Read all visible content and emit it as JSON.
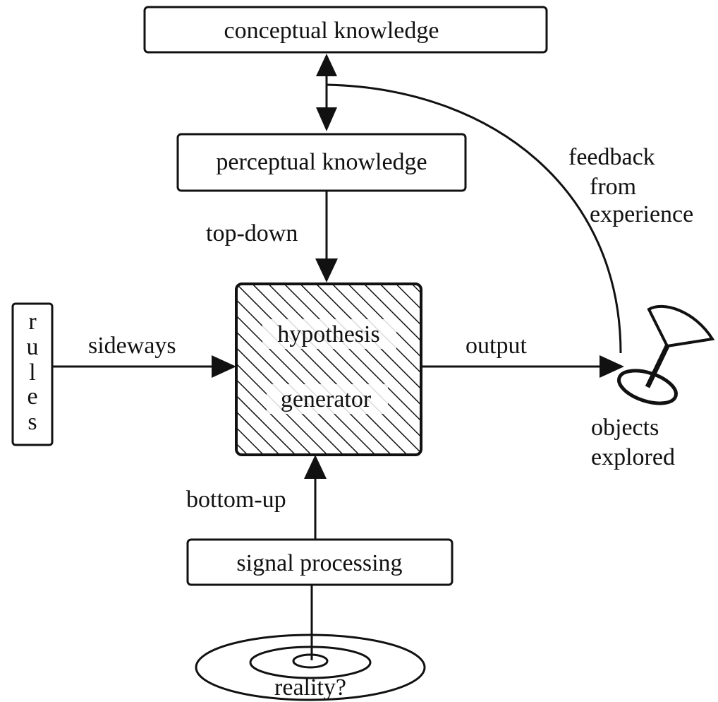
{
  "boxes": {
    "conceptual": "conceptual knowledge",
    "perceptual": "perceptual knowledge",
    "hypothesis_line1": "hypothesis",
    "hypothesis_line2": "generator",
    "signal": "signal processing",
    "rules": [
      "r",
      "u",
      "l",
      "e",
      "s"
    ]
  },
  "edge_labels": {
    "top_down": "top-down",
    "sideways": "sideways",
    "output": "output",
    "bottom_up": "bottom-up",
    "feedback_line1": "feedback",
    "feedback_line2": "from",
    "feedback_line3": "experience"
  },
  "nodes": {
    "objects_line1": "objects",
    "objects_line2": "explored",
    "reality": "reality?"
  }
}
